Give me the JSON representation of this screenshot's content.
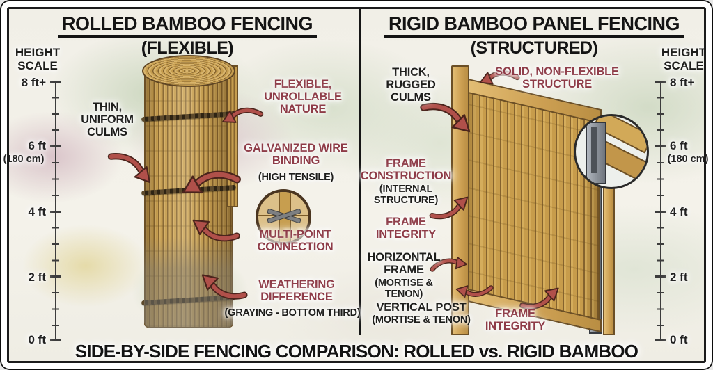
{
  "caption": "SIDE-BY-SIDE FENCING COMPARISON: ROLLED vs. RIGID BAMBOO",
  "colors": {
    "label_red": "#8e3b47",
    "label_black": "#1d1d1b",
    "arrow_red": "#b0504a",
    "bamboo_tan": "#c79c4b",
    "steel_gray": "#7a8088"
  },
  "height_scale": {
    "title": "HEIGHT SCALE",
    "tick_8": "8 ft+",
    "tick_6": "6 ft",
    "tick_6_sub": "(180 cm)",
    "tick_4": "4 ft",
    "tick_2": "2 ft",
    "tick_0": "0 ft"
  },
  "left_panel": {
    "title": "ROLLED BAMBOO FENCING",
    "subtitle": "(FLEXIBLE)",
    "labels": {
      "culms": "THIN, UNIFORM CULMS",
      "flexible": "FLEXIBLE, UNROLLABLE NATURE",
      "wire_binding": "GALVANIZED WIRE BINDING",
      "wire_binding_sub": "(HIGH TENSILE)",
      "multipoint": "MULTI-POINT CONNECTION",
      "weathering": "WEATHERING DIFFERENCE",
      "weathering_sub": "(GRAYING - BOTTOM THIRD)"
    }
  },
  "right_panel": {
    "title": "RIGID BAMBOO PANEL FENCING",
    "subtitle": "(STRUCTURED)",
    "labels": {
      "culms": "THICK, RUGGED CULMS",
      "solid": "SOLID, NON-FLEXIBLE STRUCTURE",
      "frame_construction": "FRAME CONSTRUCTION",
      "frame_construction_sub": "(INTERNAL STRUCTURE)",
      "frame_integrity_upper": "FRAME INTEGRITY",
      "horizontal_frame": "HORIZONTAL FRAME",
      "horizontal_frame_sub": "(MORTISE & TENON)",
      "vertical_post": "VERTICAL POST",
      "vertical_post_sub": "(MORTISE & TENON)",
      "frame_integrity_lower": "FRAME INTEGRITY"
    }
  }
}
